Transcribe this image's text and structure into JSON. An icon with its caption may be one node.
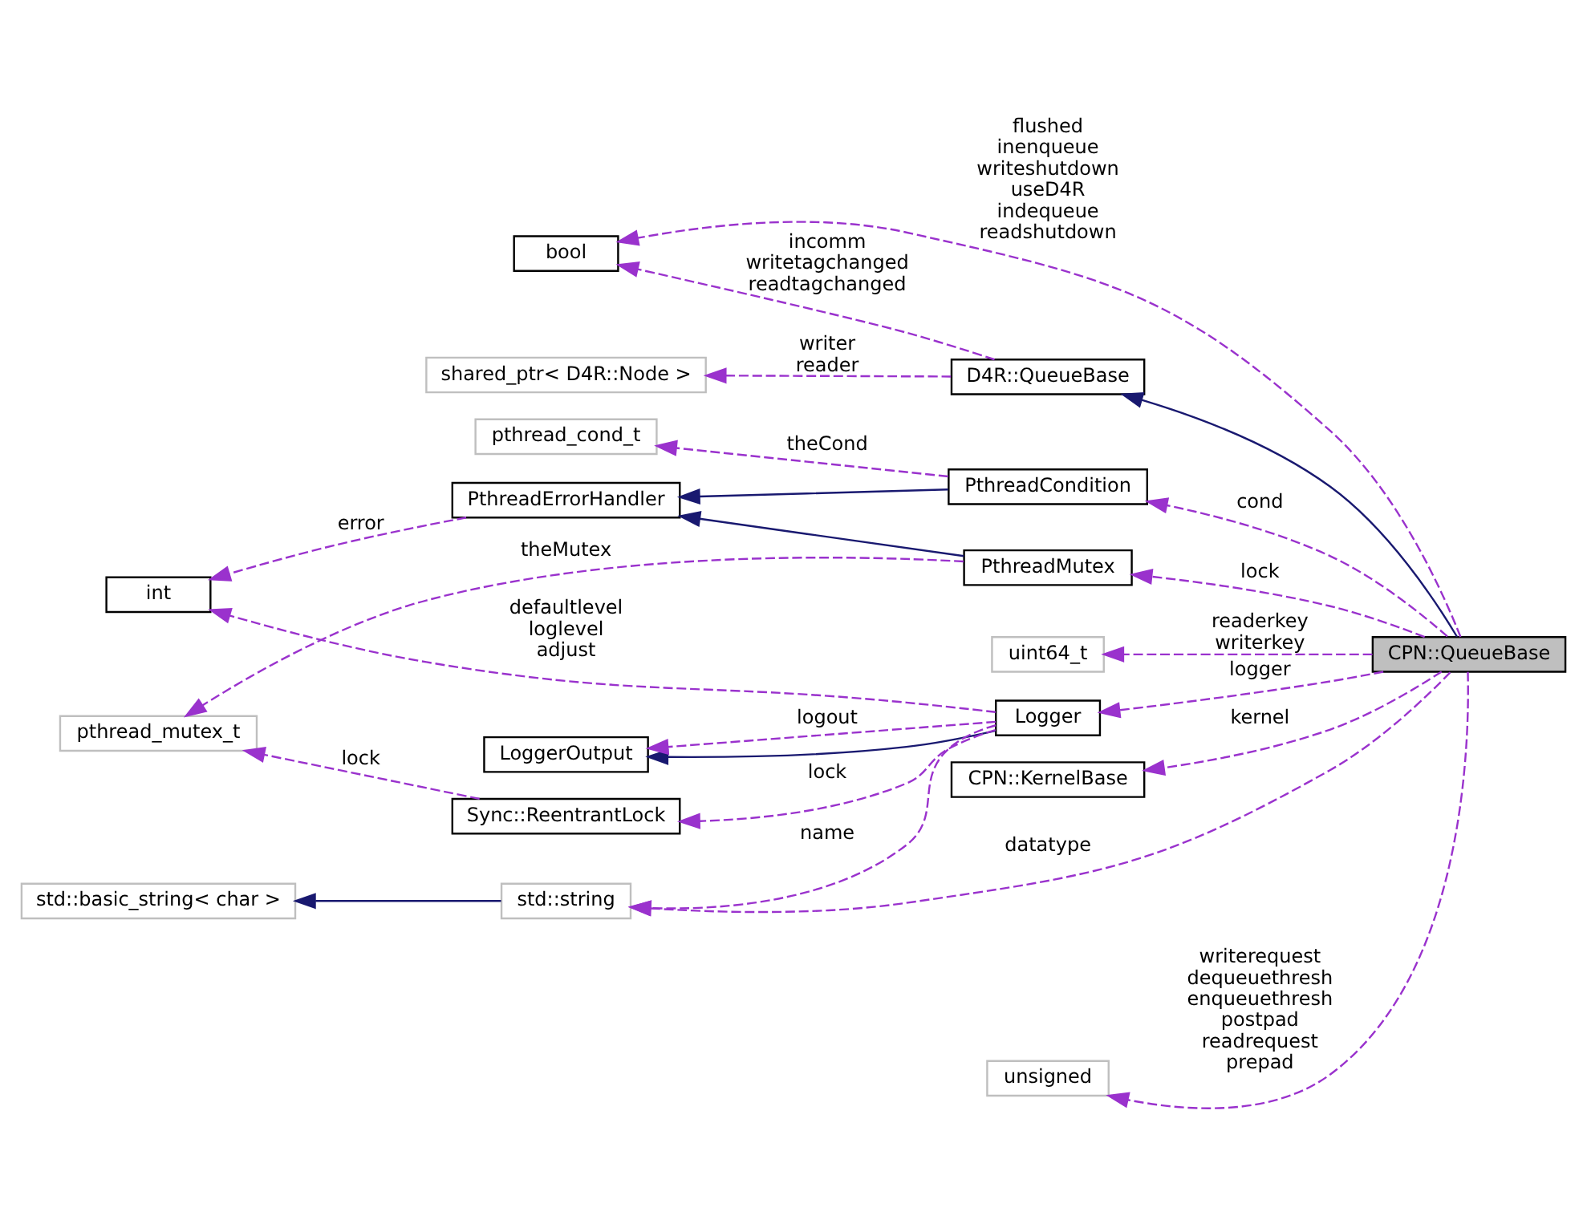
{
  "diagram": {
    "nodes": [
      {
        "text": [
          "CPN::QueueBase"
        ]
      },
      {
        "text": [
          "D4R::QueueBase"
        ]
      },
      {
        "text": [
          "bool"
        ]
      },
      {
        "text": [
          "shared_ptr< D4R::Node >"
        ]
      },
      {
        "text": [
          "PthreadCondition"
        ]
      },
      {
        "text": [
          "pthread_cond_t"
        ]
      },
      {
        "text": [
          "PthreadErrorHandler"
        ]
      },
      {
        "text": [
          "int"
        ]
      },
      {
        "text": [
          "PthreadMutex"
        ]
      },
      {
        "text": [
          "uint64_t"
        ]
      },
      {
        "text": [
          "pthread_mutex_t"
        ]
      },
      {
        "text": [
          "Logger"
        ]
      },
      {
        "text": [
          "LoggerOutput"
        ]
      },
      {
        "text": [
          "Sync::ReentrantLock"
        ]
      },
      {
        "text": [
          "CPN::KernelBase"
        ]
      },
      {
        "text": [
          "std::string"
        ]
      },
      {
        "text": [
          "std::basic_string< char >"
        ]
      },
      {
        "text": [
          "unsigned"
        ]
      }
    ],
    "edges": [
      {
        "from": 0,
        "to": 1,
        "arrow": "to",
        "color": "#191970"
      },
      {
        "from": 0,
        "to": 2,
        "arrow": "to",
        "style": "dashed",
        "label": "flushed inenqueue writeshutdown useD4R indequeue readshutdown"
      },
      {
        "from": 1,
        "to": 2,
        "arrow": "to",
        "style": "dashed",
        "label": "incomm writetagchanged readtagchanged"
      },
      {
        "from": 1,
        "to": 3,
        "arrow": "to",
        "style": "dashed",
        "label": "writer reader"
      },
      {
        "from": 0,
        "to": 4,
        "arrow": "to",
        "style": "dashed",
        "label": "cond"
      },
      {
        "from": 4,
        "to": 5,
        "arrow": "to",
        "style": "dashed",
        "label": "theCond"
      },
      {
        "from": 4,
        "to": 6,
        "arrow": "to",
        "color": "#191970"
      },
      {
        "from": 6,
        "to": 7,
        "arrow": "to",
        "style": "dashed",
        "label": "error"
      },
      {
        "from": 0,
        "to": 8,
        "arrow": "to",
        "style": "dashed",
        "label": "lock"
      },
      {
        "from": 8,
        "to": 6,
        "arrow": "to",
        "color": "#191970"
      },
      {
        "from": 8,
        "to": 10,
        "arrow": "to",
        "style": "dashed",
        "label": "theMutex"
      },
      {
        "from": 11,
        "to": 7,
        "arrow": "to",
        "style": "dashed",
        "label": "defaultlevel loglevel adjust"
      },
      {
        "from": 0,
        "to": 9,
        "arrow": "to",
        "style": "dashed",
        "label": "readerkey writerkey"
      },
      {
        "from": 0,
        "to": 11,
        "arrow": "to",
        "style": "dashed",
        "label": "logger"
      },
      {
        "from": 11,
        "to": 12,
        "arrow": "to",
        "color": "#191970"
      },
      {
        "from": 11,
        "to": 12,
        "arrow": "to",
        "style": "dashed",
        "label": "logout"
      },
      {
        "from": 11,
        "to": 13,
        "arrow": "to",
        "style": "dashed",
        "label": "lock"
      },
      {
        "from": 13,
        "to": 10,
        "arrow": "to",
        "style": "dashed",
        "label": "lock"
      },
      {
        "from": 11,
        "to": 15,
        "arrow": "to",
        "style": "dashed",
        "label": "name"
      },
      {
        "from": 0,
        "to": 14,
        "arrow": "to",
        "style": "dashed",
        "label": "kernel"
      },
      {
        "from": 0,
        "to": 15,
        "arrow": "to",
        "style": "dashed",
        "label": "datatype"
      },
      {
        "from": 15,
        "to": 16,
        "arrow": "to",
        "color": "#191970"
      },
      {
        "from": 0,
        "to": 17,
        "arrow": "to",
        "style": "dashed",
        "label": "writerequest dequeuethresh enqueuethresh postpad readrequest prepad"
      }
    ]
  }
}
